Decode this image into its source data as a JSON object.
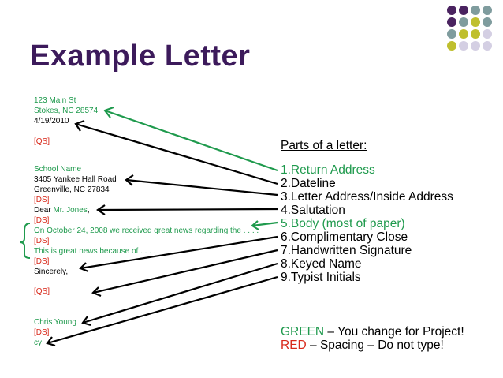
{
  "title": "Example Letter",
  "colors": {
    "title": "#3c1a5b",
    "green": "#1f9a4d",
    "red": "#d8281a",
    "black": "#000000",
    "dot_purple": "#4a2360",
    "dot_gray": "#7f9c9e",
    "dot_olive": "#bfbf2e",
    "dot_lavender": "#d4cfe3"
  },
  "letter": {
    "return_street": "123 Main St",
    "return_city": "Stokes, NC 28574",
    "date": "4/19/2010",
    "qs_1": "[QS]",
    "school": "School Name",
    "address_street": "3405 Yankee Hall Road",
    "address_city": "Greenville, NC 27834",
    "ds_1": "[DS]",
    "salutation_prefix": "Dear ",
    "salutation_name": "Mr. Jones",
    "salutation_comma": ",",
    "ds_2": "[DS]",
    "body_line_1": "On October 24, 2008 we received great news regarding the . . . .",
    "ds_3": "[DS]",
    "body_line_2": "This is great news because of . . . .",
    "ds_4": "[DS]",
    "closing": "Sincerely,",
    "qs_2": "[QS]",
    "keyed_name": "Chris Young",
    "ds_5": "[DS]",
    "typist_initials": "cy"
  },
  "parts": {
    "heading": "Parts of a letter:",
    "items": [
      "1.Return Address",
      "2.Dateline",
      "3.Letter Address/Inside Address",
      "4.Salutation",
      "5.Body (most of paper)",
      "6.Complimentary Close",
      "7.Handwritten Signature",
      "8.Keyed Name",
      "9.Typist Initials"
    ]
  },
  "legend": {
    "green_word": "GREEN",
    "green_text": " – You change for Project!",
    "red_word": "RED",
    "red_text": " – Spacing – Do not type!"
  },
  "decor": {
    "dot_grid": [
      [
        "dot_purple",
        "dot_purple",
        "dot_gray",
        "dot_gray"
      ],
      [
        "dot_purple",
        "dot_gray",
        "dot_olive",
        "dot_gray"
      ],
      [
        "dot_gray",
        "dot_olive",
        "dot_olive",
        "dot_lavender"
      ],
      [
        "dot_olive",
        "dot_lavender",
        "dot_lavender",
        "dot_lavender"
      ]
    ]
  }
}
